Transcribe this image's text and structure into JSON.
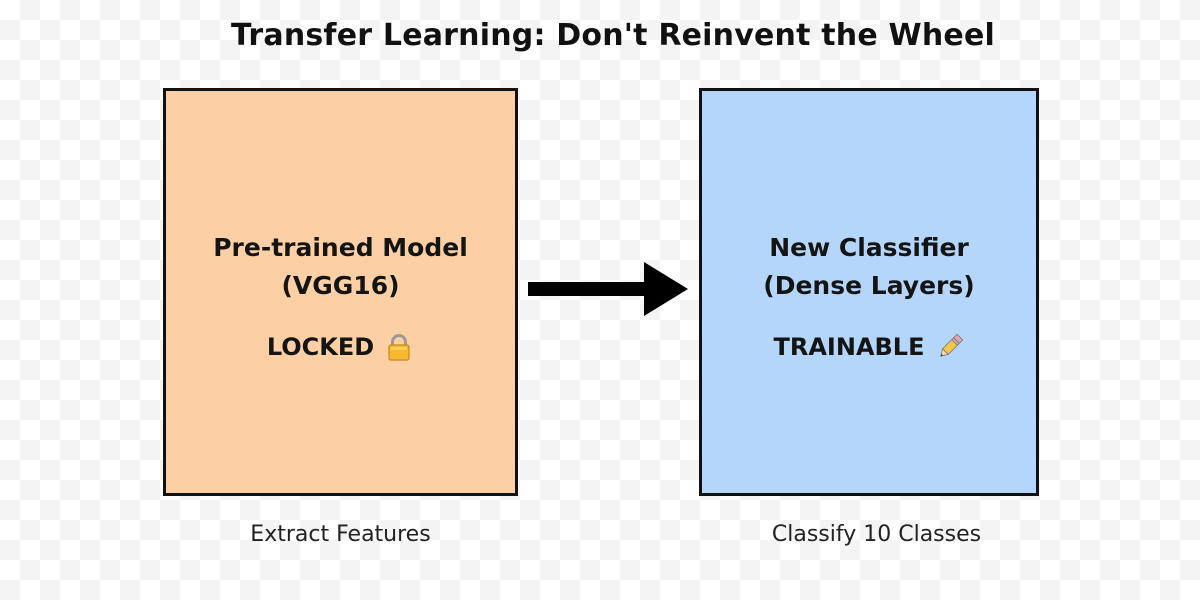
{
  "title": "Transfer Learning: Don't Reinvent the Wheel",
  "left_box": {
    "name_line1": "Pre-trained Model",
    "name_line2": "(VGG16)",
    "status": "LOCKED",
    "status_icon": "lock-icon",
    "caption": "Extract Features",
    "color": "#fcd0a4"
  },
  "right_box": {
    "name_line1": "New Classifier",
    "name_line2": "(Dense Layers)",
    "status": "TRAINABLE",
    "status_icon": "pencil-icon",
    "caption": "Classify 10 Classes",
    "color": "#b5d6fb"
  },
  "arrow_color": "#000000"
}
